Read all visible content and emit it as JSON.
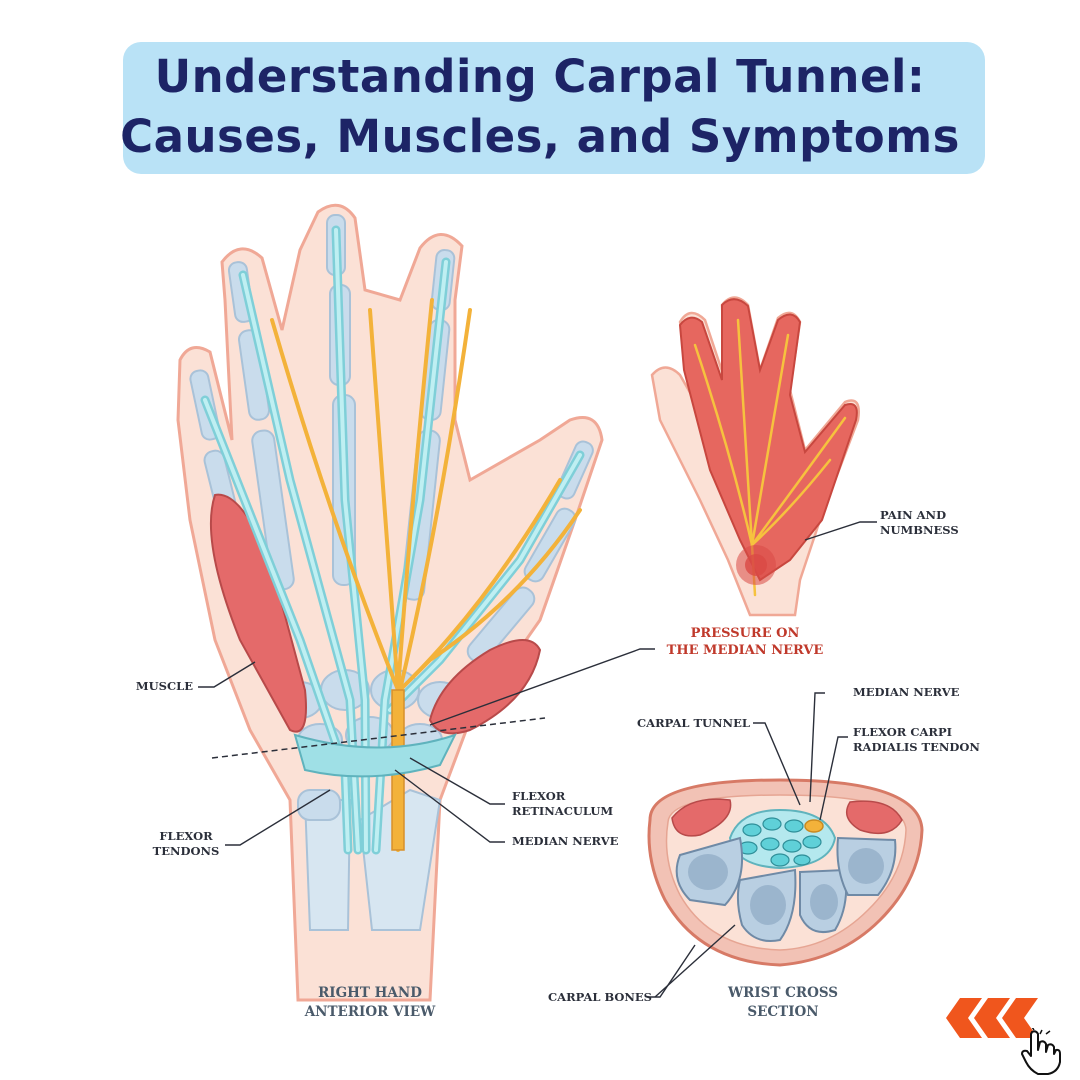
{
  "title": {
    "line1": "Understanding Carpal Tunnel:",
    "line2": "Causes, Muscles, and Symptoms"
  },
  "labels": {
    "muscle": "MUSCLE",
    "flexor_tendons_1": "FLEXOR",
    "flexor_tendons_2": "TENDONS",
    "flexor_retinaculum_1": "FLEXOR",
    "flexor_retinaculum_2": "RETINACULUM",
    "median_nerve_hand": "MEDIAN NERVE",
    "pressure_1": "PRESSURE ON",
    "pressure_2": "THE MEDIAN NERVE",
    "pain_1": "PAIN AND",
    "pain_2": "NUMBNESS",
    "median_nerve_cross": "MEDIAN NERVE",
    "carpal_tunnel": "CARPAL TUNNEL",
    "fcr_1": "FLEXOR CARPI",
    "fcr_2": "RADIALIS TENDON",
    "carpal_bones": "CARPAL BONES",
    "right_hand_1": "RIGHT HAND",
    "right_hand_2": "ANTERIOR VIEW",
    "wrist_cross_1": "WRIST CROSS",
    "wrist_cross_2": "SECTION"
  },
  "colors": {
    "title_bg": "#b9e2f6",
    "title_text": "#1d2466",
    "skin": "#fbe1d6",
    "skin_outline": "#f0a896",
    "bone": "#c9dcec",
    "tendon": "#9fe0e6",
    "nerve": "#f3b23a",
    "muscle": "#e46a6a",
    "pain": "#e6675f",
    "nav_arrow": "#f0561d"
  },
  "icons": {
    "nav": "chevrons-left-icon",
    "cursor": "hand-pointer-icon"
  }
}
